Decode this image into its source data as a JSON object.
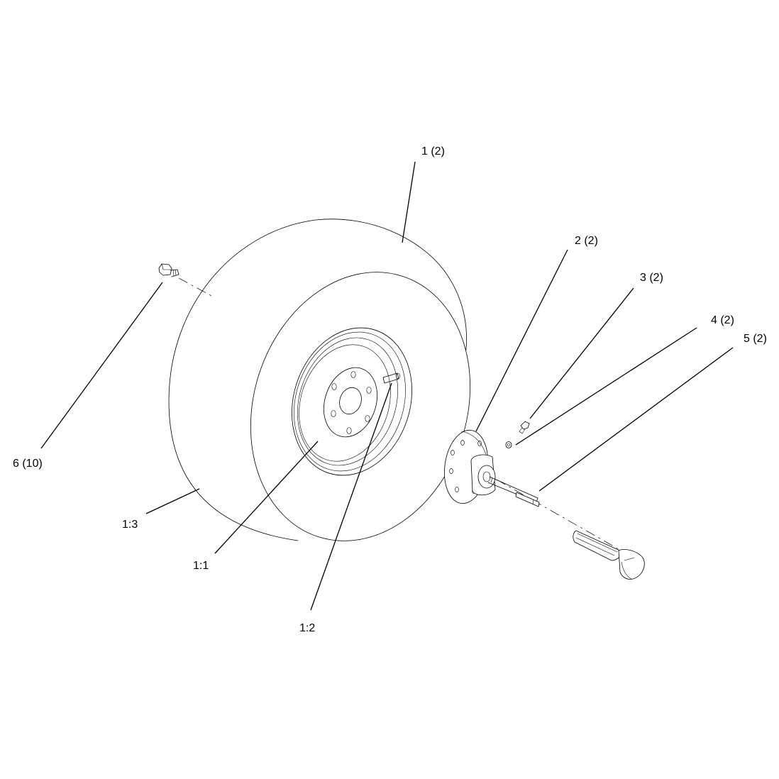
{
  "callouts": {
    "part_1": "1 (2)",
    "part_2": "2 (2)",
    "part_3": "3 (2)",
    "part_4": "4 (2)",
    "part_5": "5 (2)",
    "part_6": "6 (10)",
    "detail_1_1": "1:1",
    "detail_1_2": "1:2",
    "detail_1_3": "1:3"
  },
  "colors": {
    "line": "#000000",
    "background": "#ffffff"
  }
}
